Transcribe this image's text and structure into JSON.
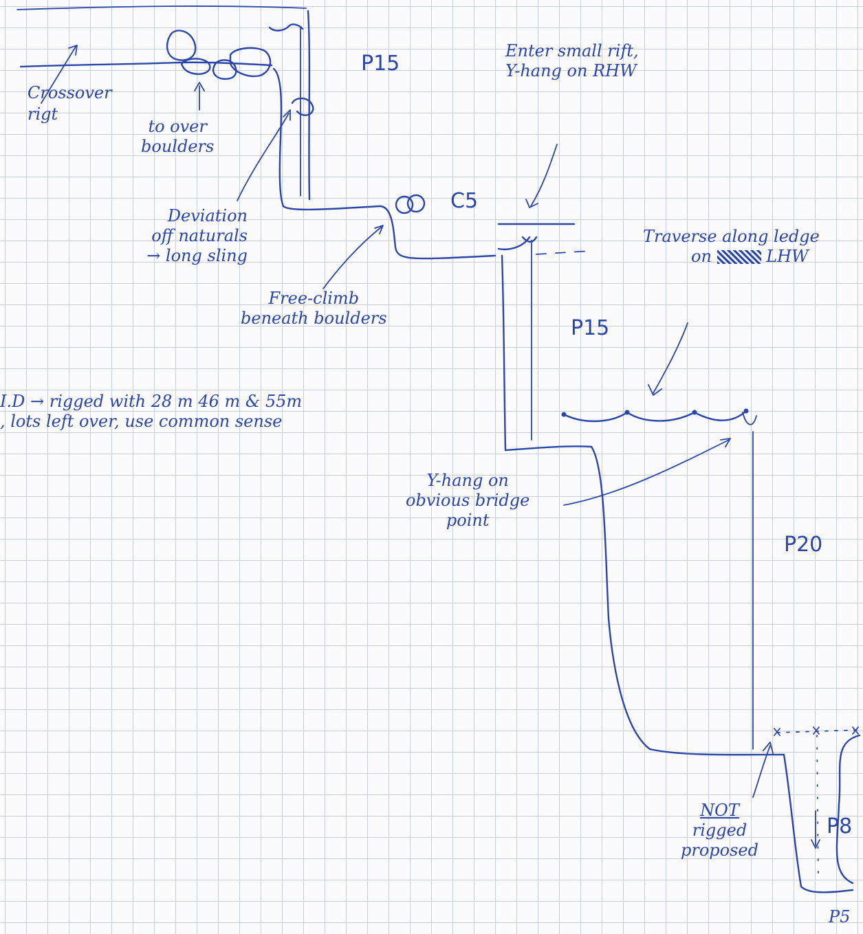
{
  "labels": {
    "crossover_rigt": "Crossover rigt",
    "to_over_boulders_1": "to over",
    "to_over_boulders_2": "boulders",
    "pitch_top": "P15",
    "enter_small_1": "Enter small rift,",
    "enter_small_2": "Y-hang on RHW",
    "deviation_1": "Deviation",
    "deviation_2": "off naturals",
    "deviation_3": "→ long sling",
    "c5": "C5",
    "free_climb_1": "Free-climb",
    "free_climb_2": "beneath boulders",
    "pitch_mid": "P15",
    "traverse_1": "Traverse along ledge",
    "traverse_2": "on",
    "traverse_2b": "LHW",
    "rigged_1": "I.D → rigged with 28 m 46 m & 55m",
    "rigged_2": ", lots left over, use common sense",
    "y_hang_1": "Y-hang on",
    "y_hang_2": "obvious bridge",
    "y_hang_3": "point",
    "pitch_p20": "P20",
    "not_rigged_1": "NOT",
    "not_rigged_2": "rigged",
    "not_rigged_3": "proposed",
    "pitch_p8": "P8",
    "pitch_p5": "P5"
  },
  "colors": {
    "ink": "#2a45a8",
    "grid": "#c9cdd8",
    "paper": "#fbfbfd"
  }
}
